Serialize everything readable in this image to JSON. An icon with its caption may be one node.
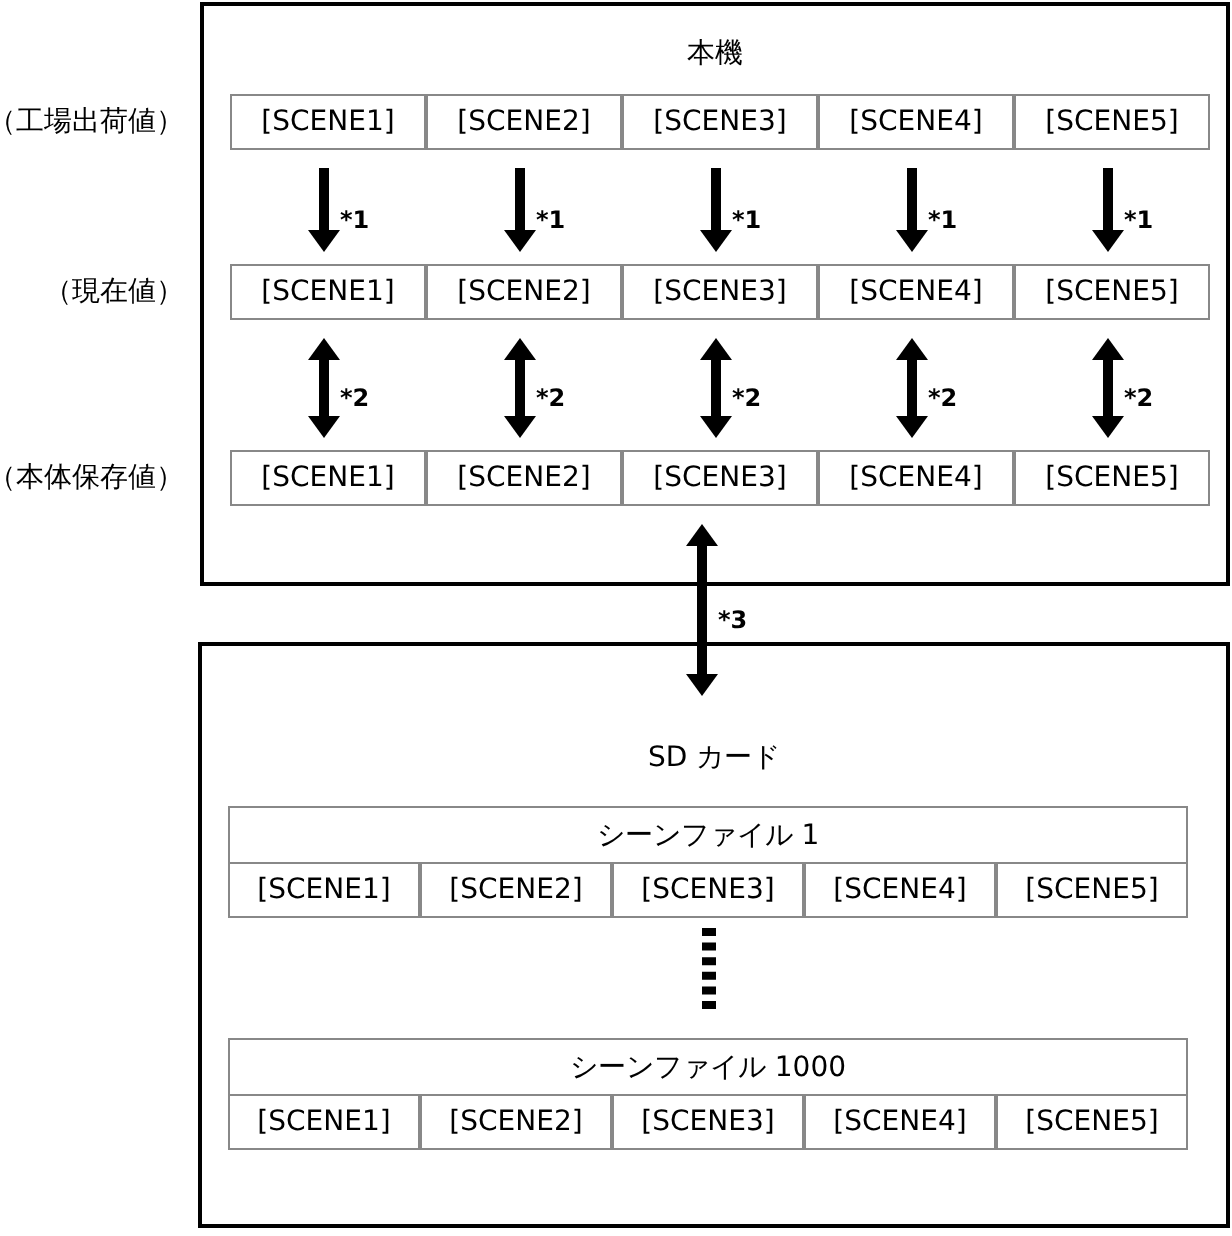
{
  "diagram": {
    "nodes": [
      {
        "text": [
          "本機"
        ]
      },
      {
        "text": [
          "[SCENE1]"
        ],
        "in": 0
      },
      {
        "text": [
          "[SCENE2]"
        ],
        "in": 0
      },
      {
        "text": [
          "[SCENE3]"
        ],
        "in": 0
      },
      {
        "text": [
          "[SCENE4]"
        ],
        "in": 0
      },
      {
        "text": [
          "[SCENE5]"
        ],
        "in": 0
      },
      {
        "text": [
          "[SCENE1]"
        ],
        "in": 0
      },
      {
        "text": [
          "[SCENE2]"
        ],
        "in": 0
      },
      {
        "text": [
          "[SCENE3]"
        ],
        "in": 0
      },
      {
        "text": [
          "[SCENE4]"
        ],
        "in": 0
      },
      {
        "text": [
          "[SCENE5]"
        ],
        "in": 0
      },
      {
        "text": [
          "[SCENE1]"
        ],
        "in": 0
      },
      {
        "text": [
          "[SCENE2]"
        ],
        "in": 0
      },
      {
        "text": [
          "[SCENE3]"
        ],
        "in": 0
      },
      {
        "text": [
          "[SCENE4]"
        ],
        "in": 0
      },
      {
        "text": [
          "[SCENE5]"
        ],
        "in": 0
      },
      {
        "text": [
          "SD カード"
        ]
      },
      {
        "text": [
          "シーンファイル 1"
        ],
        "in": 16
      },
      {
        "text": [
          "[SCENE1]"
        ],
        "in": 17
      },
      {
        "text": [
          "[SCENE2]"
        ],
        "in": 17
      },
      {
        "text": [
          "[SCENE3]"
        ],
        "in": 17
      },
      {
        "text": [
          "[SCENE4]"
        ],
        "in": 17
      },
      {
        "text": [
          "[SCENE5]"
        ],
        "in": 17
      },
      {
        "text": [
          "シーンファイル 1000"
        ],
        "in": 16
      },
      {
        "text": [
          "[SCENE1]"
        ],
        "in": 23
      },
      {
        "text": [
          "[SCENE2]"
        ],
        "in": 23
      },
      {
        "text": [
          "[SCENE3]"
        ],
        "in": 23
      },
      {
        "text": [
          "[SCENE4]"
        ],
        "in": 23
      },
      {
        "text": [
          "[SCENE5]"
        ],
        "in": 23
      }
    ],
    "edges": [
      {
        "from": 1,
        "to": 6,
        "arrow": "to",
        "label": "*1"
      },
      {
        "from": 2,
        "to": 7,
        "arrow": "to",
        "label": "*1"
      },
      {
        "from": 3,
        "to": 8,
        "arrow": "to",
        "label": "*1"
      },
      {
        "from": 4,
        "to": 9,
        "arrow": "to",
        "label": "*1"
      },
      {
        "from": 5,
        "to": 10,
        "arrow": "to",
        "label": "*1"
      },
      {
        "from": 6,
        "to": 11,
        "arrow": "both",
        "label": "*2"
      },
      {
        "from": 7,
        "to": 12,
        "arrow": "both",
        "label": "*2"
      },
      {
        "from": 8,
        "to": 13,
        "arrow": "both",
        "label": "*2"
      },
      {
        "from": 9,
        "to": 14,
        "arrow": "both",
        "label": "*2"
      },
      {
        "from": 10,
        "to": 15,
        "arrow": "both",
        "label": "*2"
      },
      {
        "from": 0,
        "to": 16,
        "arrow": "both",
        "label": "*3"
      }
    ],
    "labels": [
      "（工場出荷値）",
      "（現在値）",
      "（本体保存値）"
    ]
  }
}
